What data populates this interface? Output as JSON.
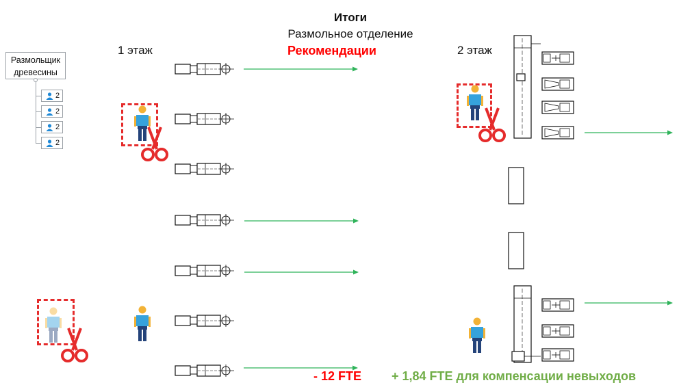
{
  "header": {
    "title": "Итоги",
    "subtitle": "Размольное отделение",
    "recommendation": "Рекомендации"
  },
  "floors": {
    "first": "1 этаж",
    "second": "2 этаж"
  },
  "org_tree": {
    "root_label_line1": "Размольщик",
    "root_label_line2": "древесины",
    "children": [
      {
        "icon": "person-icon",
        "count": "2"
      },
      {
        "icon": "person-icon",
        "count": "2"
      },
      {
        "icon": "person-icon",
        "count": "2"
      },
      {
        "icon": "person-icon",
        "count": "2"
      }
    ]
  },
  "summary": {
    "reduction": "- 12 FTE",
    "compensation": "+  1,84 FTE для компенсации невыходов"
  },
  "colors": {
    "arrow": "#2fb35a",
    "cut": "#e52b2b",
    "reduction": "#ff0000",
    "compensation": "#70ad47"
  }
}
